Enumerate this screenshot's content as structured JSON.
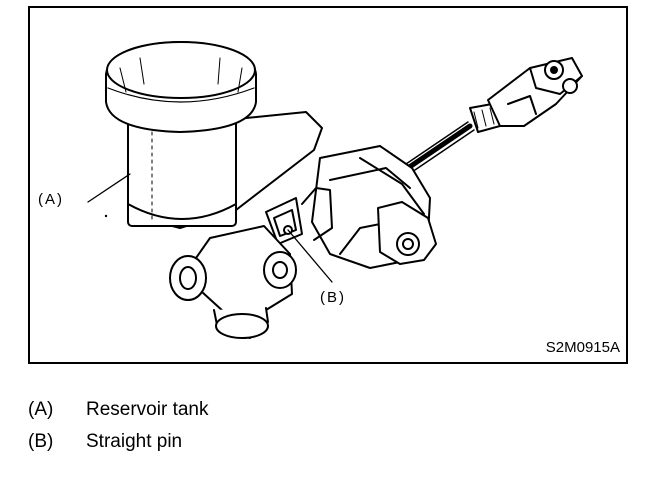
{
  "figure": {
    "callouts": {
      "a": "(A)",
      "b": "(B)"
    },
    "code": "S2M0915A"
  },
  "legend": [
    {
      "key": "(A)",
      "text": "Reservoir tank"
    },
    {
      "key": "(B)",
      "text": "Straight pin"
    }
  ]
}
